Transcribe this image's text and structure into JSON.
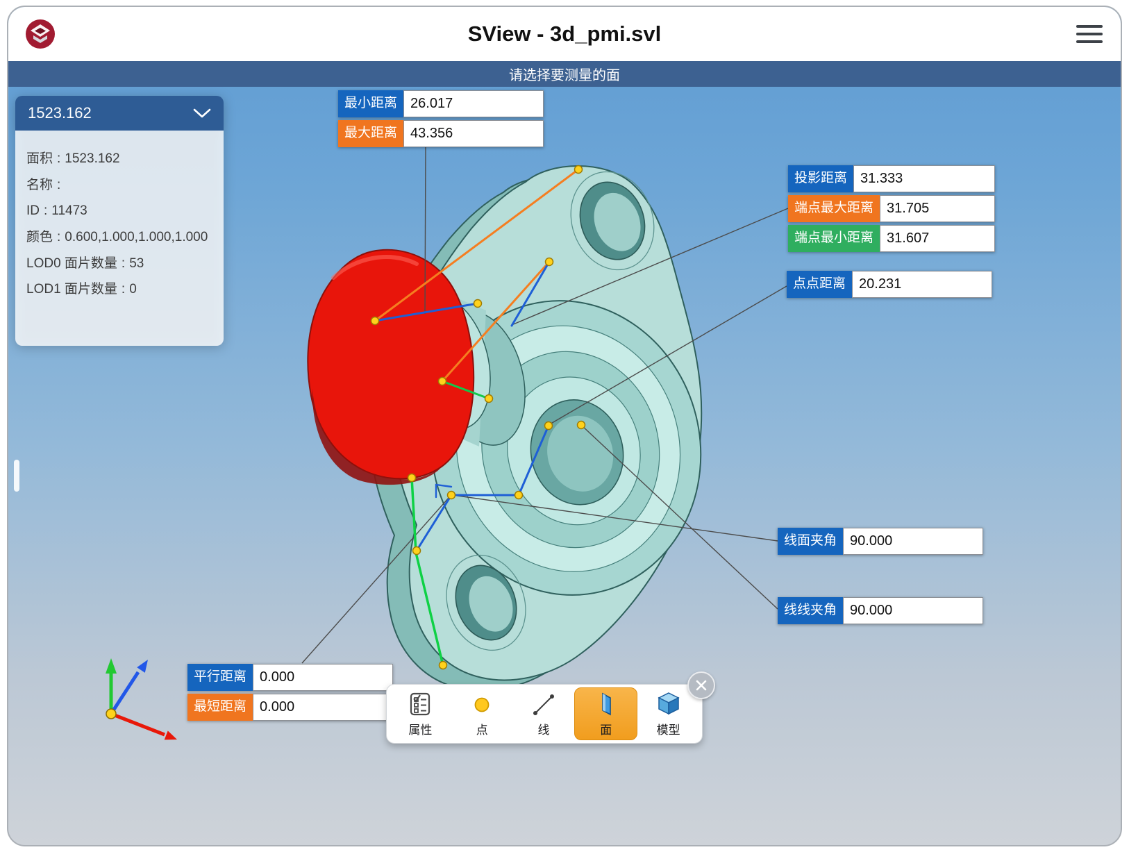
{
  "app": {
    "title": "SView - 3d_pmi.svl",
    "message": "请选择要测量的面"
  },
  "properties_panel": {
    "header": "1523.162",
    "separator": ":",
    "rows": [
      {
        "label": "面积",
        "value": "1523.162"
      },
      {
        "label": "名称",
        "value": ""
      },
      {
        "label": "ID",
        "value": "11473"
      },
      {
        "label": "颜色",
        "value": "0.600,1.000,1.000,1.000"
      },
      {
        "label": "LOD0 面片数量",
        "value": "53"
      },
      {
        "label": "LOD1 面片数量",
        "value": "0"
      }
    ]
  },
  "measurements": {
    "min_distance": {
      "label": "最小距离",
      "value": "26.017"
    },
    "max_distance": {
      "label": "最大距离",
      "value": "43.356"
    },
    "projection_distance": {
      "label": "投影距离",
      "value": "31.333"
    },
    "endpoint_max_distance": {
      "label": "端点最大距离",
      "value": "31.705"
    },
    "endpoint_min_distance": {
      "label": "端点最小距离",
      "value": "31.607"
    },
    "point_point_distance": {
      "label": "点点距离",
      "value": "20.231"
    },
    "line_face_angle": {
      "label": "线面夹角",
      "value": "90.000"
    },
    "line_line_angle": {
      "label": "线线夹角",
      "value": "90.000"
    },
    "parallel_distance": {
      "label": "平行距离",
      "value": "0.000"
    },
    "shortest_distance": {
      "label": "最短距离",
      "value": "0.000"
    }
  },
  "toolbar": {
    "items": [
      {
        "label": "属性",
        "icon": "checklist-icon",
        "active": false
      },
      {
        "label": "点",
        "icon": "point-icon",
        "active": false
      },
      {
        "label": "线",
        "icon": "line-icon",
        "active": false
      },
      {
        "label": "面",
        "icon": "face-icon",
        "active": true
      },
      {
        "label": "模型",
        "icon": "cube-icon",
        "active": false
      }
    ]
  },
  "colors": {
    "tag_blue": "#1565be",
    "tag_orange": "#f0751f",
    "tag_green": "#2fae5f",
    "message_bar": "#3d6191",
    "panel_header": "#2e5c95",
    "toolbar_active": "#f19d1e",
    "model_teal": "#b7ded9",
    "model_red": "#e8150b",
    "measure_point_yellow": "#ffd21c",
    "axis_x_red": "#e81809",
    "axis_y_green": "#22c932",
    "axis_z_blue": "#2257e8"
  }
}
